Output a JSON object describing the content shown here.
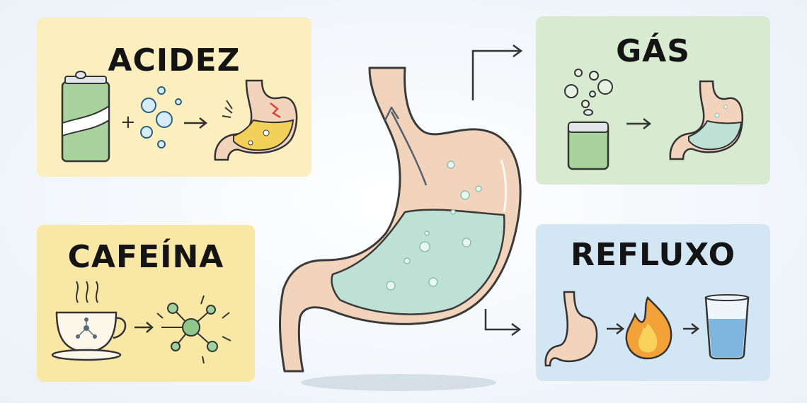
{
  "cards": {
    "acidez": {
      "title": "ACIDEZ"
    },
    "cafeina": {
      "title": "CAFEÍNA"
    },
    "gas": {
      "title": "GÁS"
    },
    "refluxo": {
      "title": "REFLUXO"
    }
  },
  "colors": {
    "acidez_bg": "#fbefc0",
    "cafeina_bg": "#f9e7a5",
    "gas_bg": "#d8ead0",
    "refluxo_bg": "#d3e6f4",
    "stomach": "#f2d4bd",
    "fluid": "#bfe0d4",
    "acid_fluid": "#f2d05a",
    "outline": "#3a3a3a"
  },
  "icons": {
    "center": "stomach-icon",
    "acidez": [
      "soda-can-icon",
      "bubbles-icon",
      "irritated-stomach-icon"
    ],
    "cafeina": [
      "coffee-cup-icon",
      "molecule-icon"
    ],
    "gas": [
      "soda-can-icon",
      "bubbles-icon",
      "stomach-icon"
    ],
    "refluxo": [
      "esophagus-icon",
      "flame-icon",
      "water-glass-icon"
    ]
  }
}
